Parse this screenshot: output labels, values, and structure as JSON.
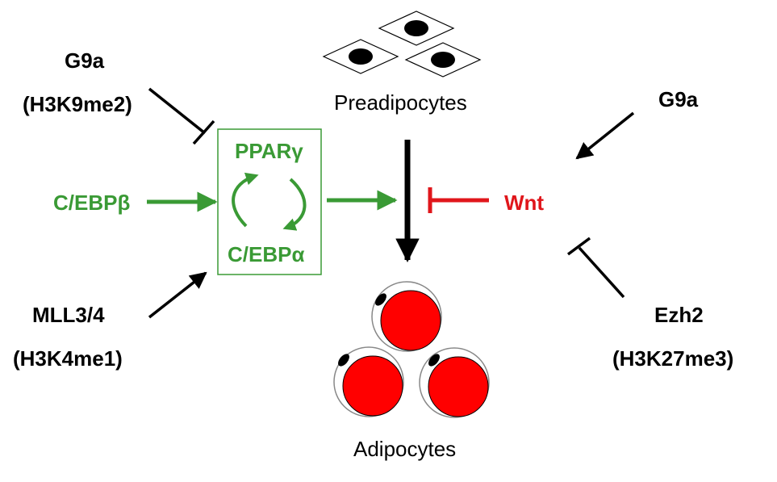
{
  "colors": {
    "black": "#000000",
    "green": "#3a9a35",
    "red": "#e0161b",
    "fat": "#ff0000"
  },
  "labels": {
    "g9a_left": "G9a",
    "h3k9me2": "(H3K9me2)",
    "cebpb": "C/EBPβ",
    "mll": "MLL3/4",
    "h3k4me1": "(H3K4me1)",
    "pparg": "PPARγ",
    "cebpa": "C/EBPα",
    "preadipocytes": "Preadipocytes",
    "adipocytes": "Adipocytes",
    "g9a_right": "G9a",
    "wnt": "Wnt",
    "ezh2": "Ezh2",
    "h3k27me3": "(H3K27me3)"
  },
  "icons": {
    "preadipocyte_cells": "preadipocyte-icon",
    "adipocyte_cells": "adipocyte-icon"
  }
}
